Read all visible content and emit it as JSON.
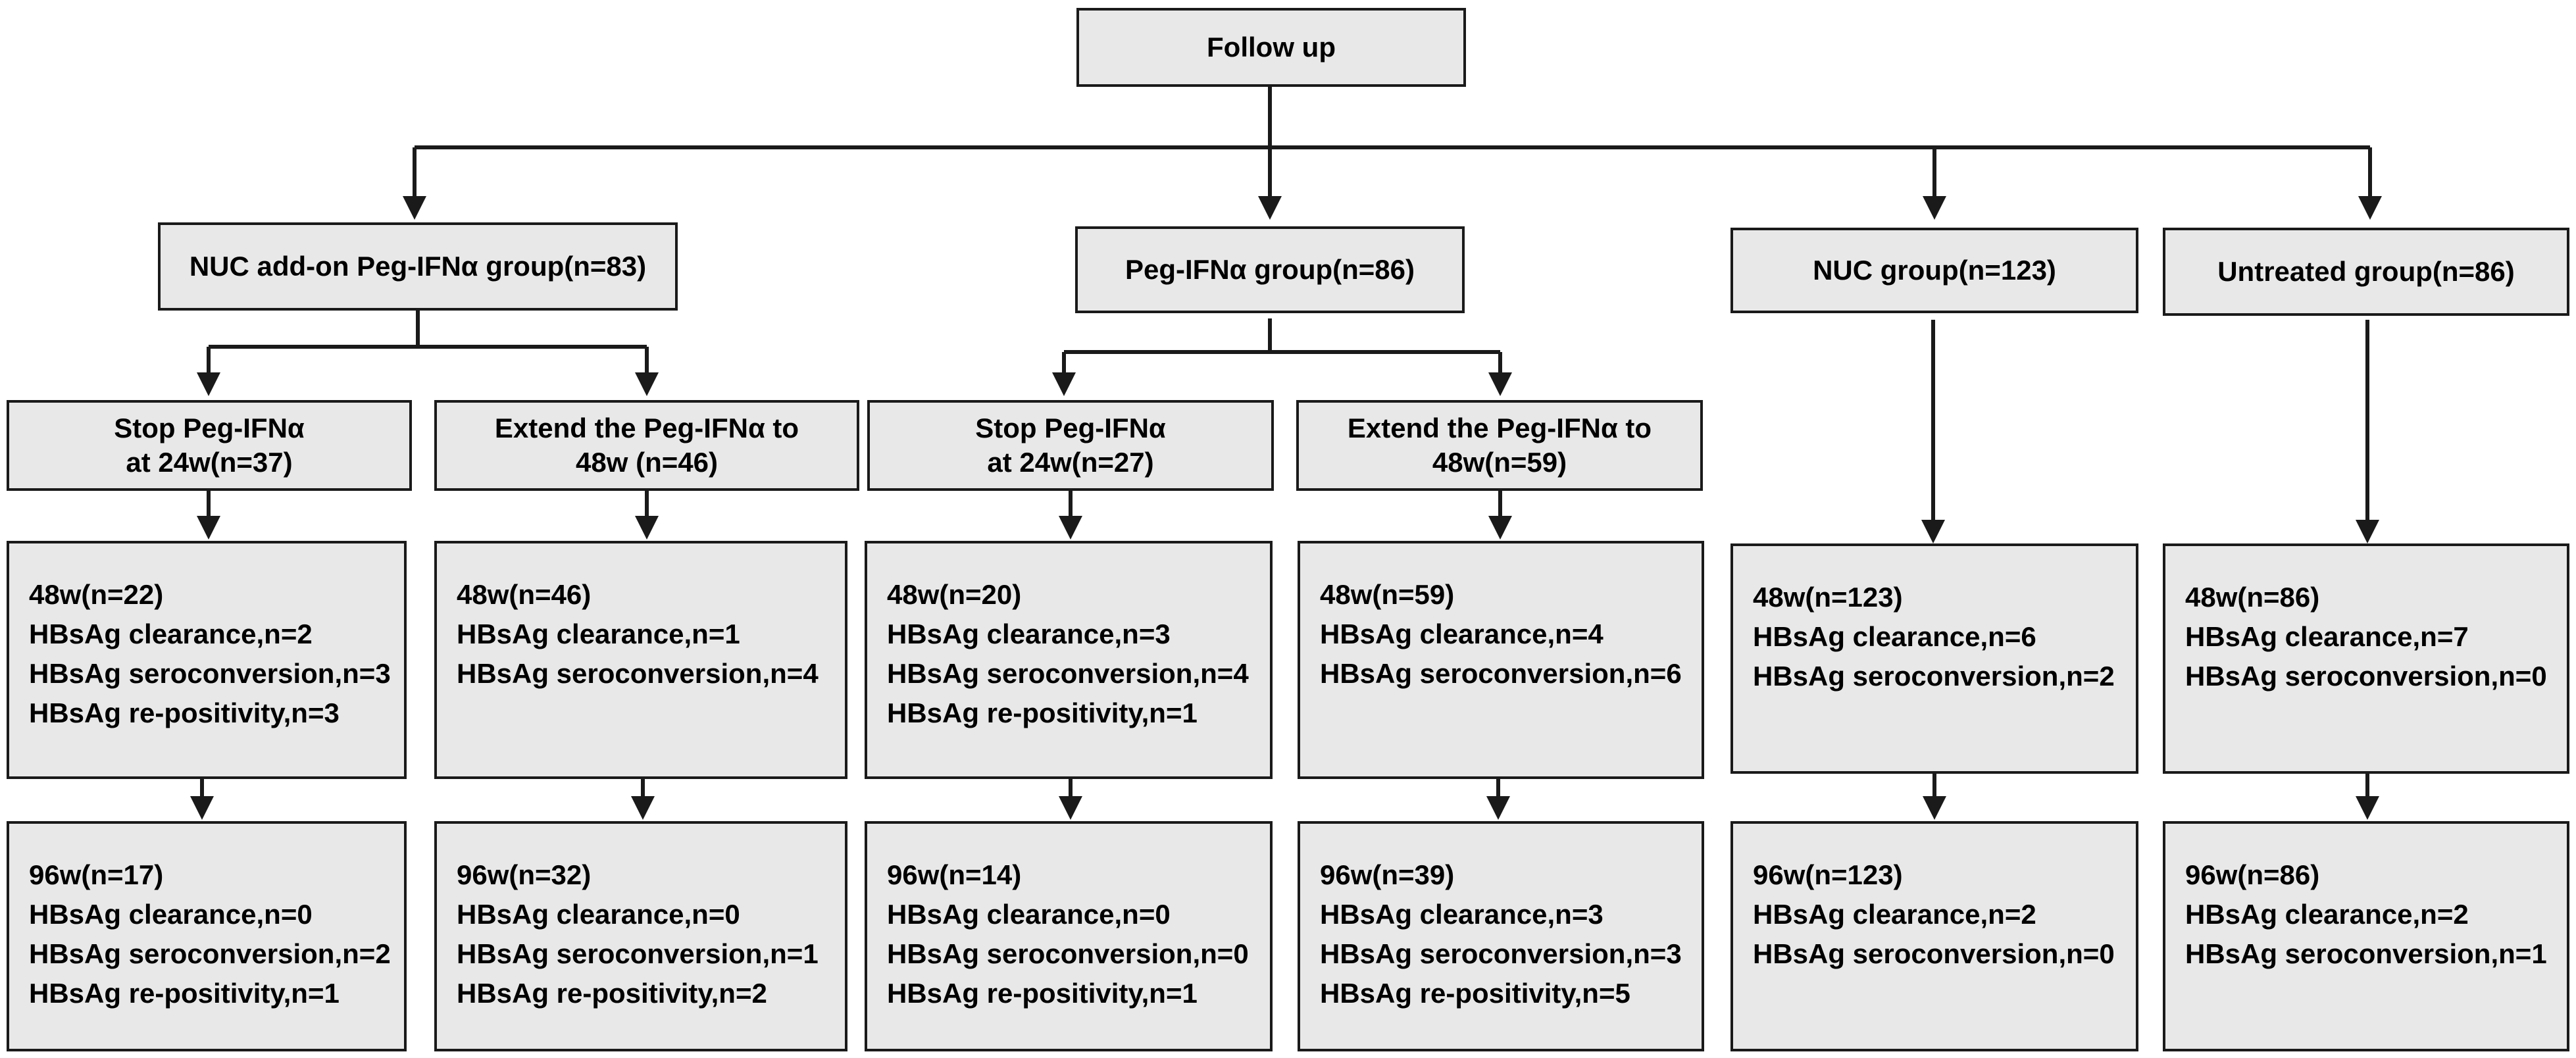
{
  "root": {
    "label": "Follow up"
  },
  "groups": [
    {
      "label": "NUC add-on Peg-IFNα group(n=83)",
      "arms": [
        {
          "label_line1": "Stop Peg-IFNα",
          "label_line2": "at 24w(n=37)",
          "w48": [
            "48w(n=22)",
            "HBsAg clearance,n=2",
            "HBsAg seroconversion,n=3",
            "HBsAg re-positivity,n=3"
          ],
          "w96": [
            "96w(n=17)",
            "HBsAg clearance,n=0",
            "HBsAg seroconversion,n=2",
            "HBsAg re-positivity,n=1"
          ]
        },
        {
          "label_line1": "Extend the Peg-IFNα to",
          "label_line2": "48w (n=46)",
          "w48": [
            "48w(n=46)",
            "HBsAg clearance,n=1",
            "HBsAg seroconversion,n=4"
          ],
          "w96": [
            "96w(n=32)",
            "HBsAg clearance,n=0",
            "HBsAg seroconversion,n=1",
            "HBsAg re-positivity,n=2"
          ]
        }
      ]
    },
    {
      "label": "Peg-IFNα group(n=86)",
      "arms": [
        {
          "label_line1": "Stop Peg-IFNα",
          "label_line2": "at 24w(n=27)",
          "w48": [
            "48w(n=20)",
            "HBsAg clearance,n=3",
            "HBsAg seroconversion,n=4",
            "HBsAg re-positivity,n=1"
          ],
          "w96": [
            "96w(n=14)",
            "HBsAg clearance,n=0",
            "HBsAg seroconversion,n=0",
            "HBsAg re-positivity,n=1"
          ]
        },
        {
          "label_line1": "Extend the Peg-IFNα to",
          "label_line2": "48w(n=59)",
          "w48": [
            "48w(n=59)",
            "HBsAg clearance,n=4",
            "HBsAg seroconversion,n=6"
          ],
          "w96": [
            "96w(n=39)",
            "HBsAg clearance,n=3",
            "HBsAg seroconversion,n=3",
            "HBsAg re-positivity,n=5"
          ]
        }
      ]
    },
    {
      "label": "NUC group(n=123)",
      "w48": [
        "48w(n=123)",
        "HBsAg clearance,n=6",
        "HBsAg seroconversion,n=2"
      ],
      "w96": [
        "96w(n=123)",
        "HBsAg clearance,n=2",
        "HBsAg seroconversion,n=0"
      ]
    },
    {
      "label": "Untreated group(n=86)",
      "w48": [
        "48w(n=86)",
        "HBsAg clearance,n=7",
        "HBsAg seroconversion,n=0"
      ],
      "w96": [
        "96w(n=86)",
        "HBsAg clearance,n=2",
        "HBsAg seroconversion,n=1"
      ]
    }
  ],
  "colors": {
    "box_fill": "#e8e8e8",
    "line": "#1a1a1a"
  }
}
